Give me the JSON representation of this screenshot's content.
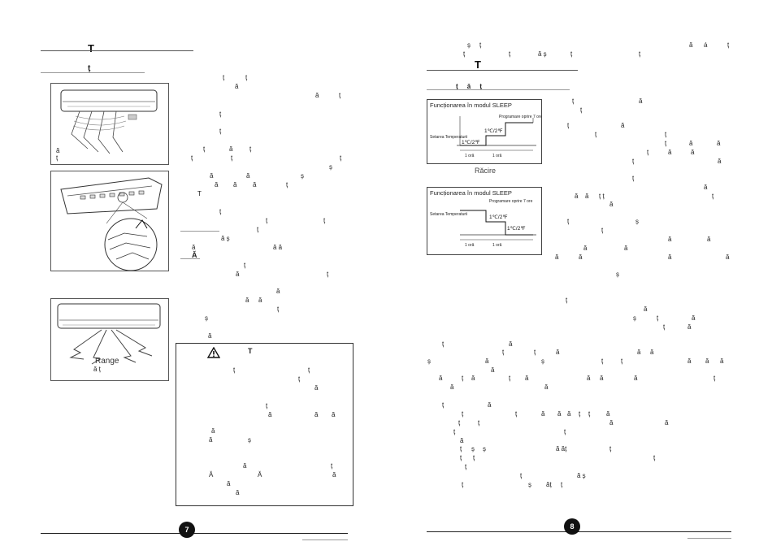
{
  "left_page": {
    "header_letter": "T",
    "subheader_letter": "ț",
    "fig3_label": "Range",
    "fig3_sublabel": "ă  ț",
    "fig1_sublabel": "ă\nț",
    "warning_title": "T",
    "text_fragments": [
      [
        "ț",
        "ț"
      ],
      [
        "ă"
      ],
      [
        "ă",
        "ț"
      ],
      [
        "ț"
      ],
      [
        "ț"
      ],
      [
        "ț",
        "ă",
        "ț"
      ],
      [
        "ț",
        "ț",
        "ț"
      ],
      [
        "ș"
      ],
      [
        "ă",
        "ă",
        "ș"
      ],
      [
        "ă",
        "ă",
        "ă",
        "ț"
      ],
      [
        "T"
      ],
      [
        "ț"
      ],
      [
        "ț",
        "ț"
      ],
      [
        "ț"
      ],
      [
        "ă ș"
      ],
      [
        "ă",
        "ă ă"
      ],
      [
        "Ă"
      ],
      [
        "ț"
      ],
      [
        "ă",
        "ț"
      ],
      [
        "ă"
      ],
      [
        "ă",
        "ă"
      ],
      [
        "ț"
      ],
      [
        "ș"
      ],
      [
        "ă"
      ]
    ],
    "warning_fragments": [
      [
        "ț",
        "ț"
      ],
      [
        "ț"
      ],
      [
        "ă"
      ],
      [
        "ț"
      ],
      [
        "ă",
        "ă",
        "ă"
      ],
      [
        "ă"
      ],
      [
        "ă",
        "ș"
      ],
      [
        "ă",
        "ț"
      ],
      [
        "Ă",
        "Ă",
        "ă"
      ],
      [
        "ă"
      ],
      [
        "ă"
      ]
    ],
    "page_number": "7"
  },
  "right_page": {
    "top_fragments": [
      [
        "ș",
        "ț"
      ],
      [
        "ă",
        "á",
        "ț"
      ],
      [
        "ț",
        "ț",
        "ă ș",
        "ț",
        "ț"
      ]
    ],
    "header_letter": "T",
    "subheader": "ț     ă     ț",
    "chart1": {
      "title": "Funcționarea în modul SLEEP",
      "stop_label": "Programare oprire 7 ore",
      "set_temp_label": "Setarea Temperaturii",
      "step_label": "1℃/2℉",
      "hour_label": "1 oră",
      "caption": "Răcire"
    },
    "chart2": {
      "title": "Funcționarea în modul SLEEP",
      "stop_label": "Programare oprire 7 ore",
      "set_temp_label": "Setarea Temperaturii",
      "step_label": "1℃/2℉",
      "hour_label": "1 oră"
    },
    "text_fragments": [
      [
        "ț",
        "ă"
      ],
      [
        "ț"
      ],
      [
        "ț",
        "ă"
      ],
      [
        "ț"
      ],
      [
        "ț"
      ],
      [
        "ț",
        "ă",
        "ă"
      ],
      [
        "ț",
        "ă",
        "ă"
      ],
      [
        "ț",
        "ă"
      ],
      [
        "ț"
      ],
      [
        "ă"
      ],
      [
        "ă",
        "ă",
        "ț ț",
        "ț"
      ],
      [
        "ă"
      ],
      [
        "ț",
        "ș"
      ],
      [
        "ț"
      ],
      [
        "ă",
        "ă"
      ],
      [
        "ă",
        "ă"
      ],
      [
        "ă",
        "ă",
        "ă",
        "ă"
      ],
      [
        "ș"
      ],
      [
        "ț"
      ],
      [
        "ă"
      ],
      [
        "ș",
        "ț",
        "ă"
      ],
      [
        "ț",
        "ă"
      ]
    ],
    "bottom_fragments": [
      [
        "ț",
        "ă",
        "ă",
        "ă"
      ],
      [
        "ș",
        "ă",
        "ț",
        "ț",
        "ă",
        "ș",
        "ț",
        "ț",
        "ă",
        "ă",
        "ă"
      ],
      [
        "ă"
      ],
      [
        "ă",
        "ț",
        "ă",
        "ț",
        "ă",
        "ă",
        "ă",
        "ă",
        "ț"
      ],
      [
        "ă",
        "ă"
      ],
      [
        "ț",
        "ă"
      ],
      [
        "ț",
        "ț",
        "ă",
        "ă",
        "ă",
        "ț",
        "ț",
        "ă"
      ],
      [
        "ț",
        "ț",
        "ă",
        "ă"
      ],
      [
        "ț",
        "ț"
      ],
      [
        "ă"
      ],
      [
        "ț",
        "ș",
        "ș",
        "ă ăț",
        "ț"
      ],
      [
        "ț",
        "ț",
        "ț"
      ],
      [
        "ț"
      ],
      [
        "ț",
        "ă ș"
      ],
      [
        "ț",
        "ș",
        "ăț",
        "ț"
      ]
    ],
    "page_number": "8"
  }
}
